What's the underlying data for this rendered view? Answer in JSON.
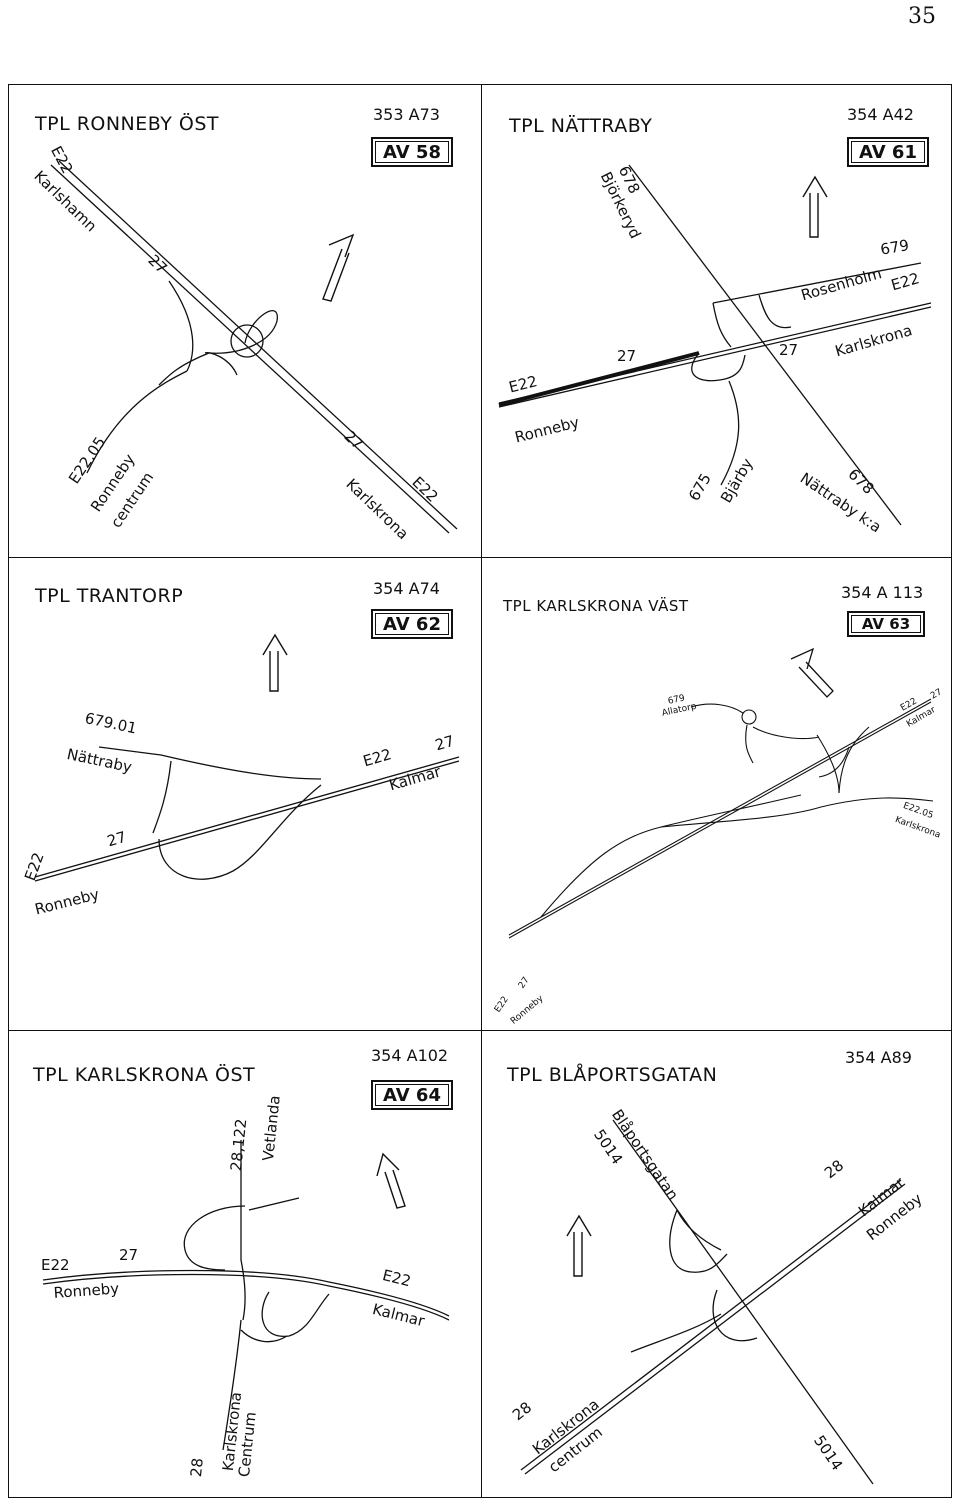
{
  "page_number": "35",
  "panels": [
    {
      "title": "TPL RONNEBY ÖST",
      "ref": "353 A73",
      "badge": "AV 58",
      "labels": [
        "E22",
        "Karlshamn",
        "27",
        "E22.05",
        "Ronneby",
        "centrum",
        "27",
        "E22",
        "Karlskrona"
      ]
    },
    {
      "title": "TPL NÄTTRABY",
      "ref": "354 A42",
      "badge": "AV 61",
      "labels": [
        "678",
        "Björkeryd",
        "679",
        "Rosenholm",
        "E22",
        "Karlskrona",
        "27",
        "27",
        "E22",
        "Ronneby",
        "675",
        "Bjärby",
        "678",
        "Nättraby k:a"
      ]
    },
    {
      "title": "TPL TRANTORP",
      "ref": "354 A74",
      "badge": "AV 62",
      "labels": [
        "679.01",
        "Nättraby",
        "E22",
        "27",
        "Kalmar",
        "27",
        "E22",
        "Ronneby"
      ]
    },
    {
      "title": "TPL KARLSKRONA VÄST",
      "ref": "354 A 113",
      "badge": "AV 63",
      "labels": [
        "679",
        "Allatorp",
        "E22",
        "27",
        "Kalmar",
        "E22.05",
        "Karlskrona",
        "E22",
        "27",
        "Ronneby"
      ]
    },
    {
      "title": "TPL KARLSKRONA ÖST",
      "ref": "354 A102",
      "badge": "AV 64",
      "labels": [
        "28,122",
        "Vetlanda",
        "E22",
        "27",
        "Ronneby",
        "E22",
        "Kalmar",
        "28",
        "Karlskrona",
        "Centrum"
      ]
    },
    {
      "title": "TPL BLÅPORTSGATAN",
      "ref": "354 A89",
      "labels": [
        "Blåportsgatan",
        "5014",
        "28",
        "Kalmar",
        "Ronneby",
        "28",
        "Karlskrona",
        "centrum",
        "5014"
      ]
    }
  ]
}
